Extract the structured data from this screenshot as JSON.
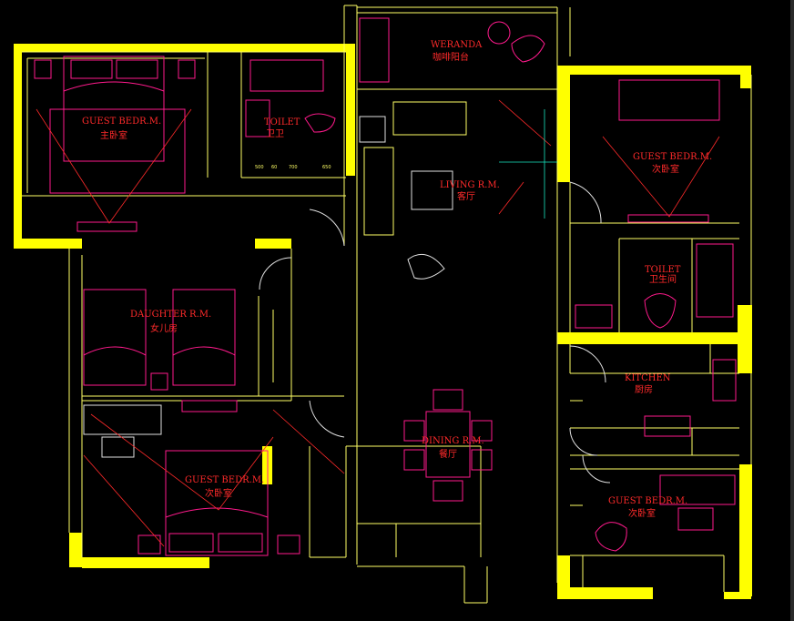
{
  "rooms": {
    "veranda": {
      "en": "WERANDA",
      "cn": "咖啡阳台"
    },
    "master": {
      "en": "GUEST BEDR.M.",
      "cn": "主卧室"
    },
    "toilet_a": {
      "en": "TOILET",
      "cn": "卫卫"
    },
    "living": {
      "en": "LIVING R.M.",
      "cn": "客厅"
    },
    "guest_ne": {
      "en": "GUEST BEDR.M.",
      "cn": "次卧室"
    },
    "toilet_b": {
      "en": "TOILET",
      "cn": "卫生间"
    },
    "daughter": {
      "en": "DAUGHTER R.M.",
      "cn": "女儿房"
    },
    "kitchen": {
      "en": "KITCHEN",
      "cn": "厨房"
    },
    "dining": {
      "en": "DINING R.M.",
      "cn": "餐厅"
    },
    "guest_sw": {
      "en": "GUEST BEDR.M.",
      "cn": "次卧室"
    },
    "guest_se": {
      "en": "GUEST BEDR.M.",
      "cn": "次卧室"
    }
  },
  "dimensions": [
    "500",
    "60",
    "700",
    "650"
  ],
  "colors": {
    "wall": "#ffff00",
    "line": "#ffff66",
    "furniture": "#ff1a8c",
    "text": "#ff2a2a"
  }
}
